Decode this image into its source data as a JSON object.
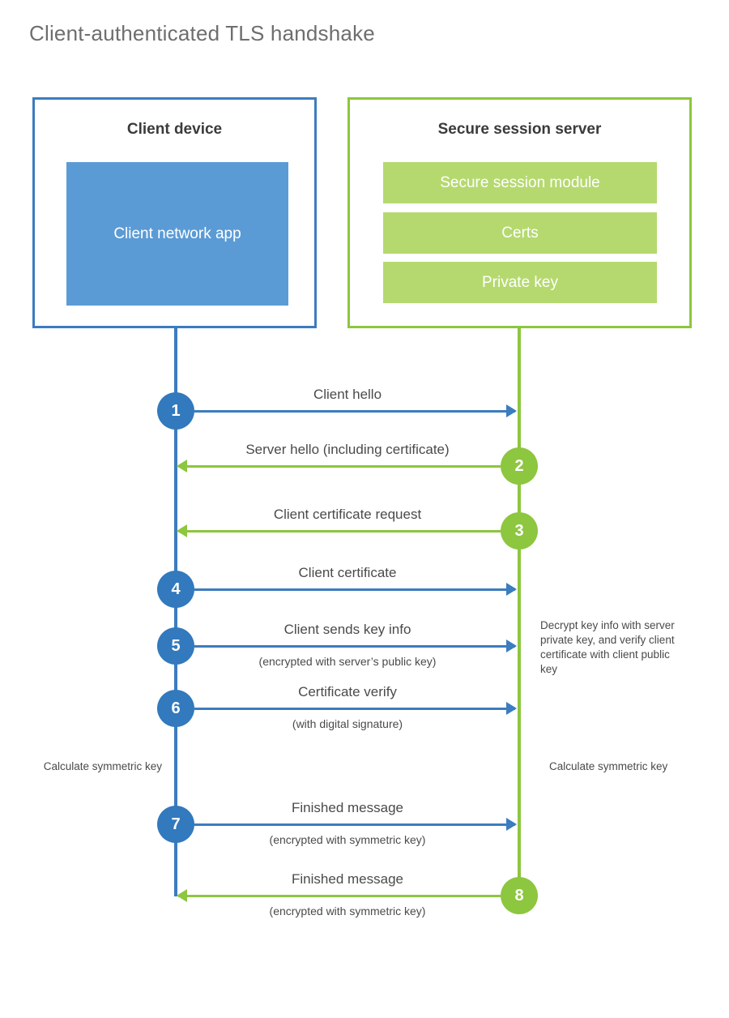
{
  "title": "Client-authenticated TLS handshake",
  "actors": {
    "client": {
      "title": "Client device",
      "app_label": "Client network app"
    },
    "server": {
      "title": "Secure session server",
      "components": [
        "Secure session module",
        "Certs",
        "Private key"
      ]
    }
  },
  "steps": [
    {
      "number": "1",
      "label": "Client hello",
      "sublabel": "",
      "direction": "right",
      "color": "blue"
    },
    {
      "number": "2",
      "label": "Server hello (including certificate)",
      "sublabel": "",
      "direction": "left",
      "color": "green"
    },
    {
      "number": "3",
      "label": "Client certificate request",
      "sublabel": "",
      "direction": "left",
      "color": "green"
    },
    {
      "number": "4",
      "label": "Client certificate",
      "sublabel": "",
      "direction": "right",
      "color": "blue"
    },
    {
      "number": "5",
      "label": "Client sends key info",
      "sublabel": "(encrypted with server’s public key)",
      "direction": "right",
      "color": "blue"
    },
    {
      "number": "6",
      "label": "Certificate verify",
      "sublabel": "(with digital signature)",
      "direction": "right",
      "color": "blue"
    },
    {
      "number": "7",
      "label": "Finished message",
      "sublabel": "(encrypted with symmetric key)",
      "direction": "right",
      "color": "blue"
    },
    {
      "number": "8",
      "label": "Finished message",
      "sublabel": "(encrypted with symmetric key)",
      "direction": "left",
      "color": "green"
    }
  ],
  "notes": {
    "server_decrypt": "Decrypt key info with server private key, and verify client certificate with client public key",
    "client_calculate": "Calculate symmetric key",
    "server_calculate": "Calculate symmetric key"
  },
  "colors": {
    "client_accent": "#3c7cbf",
    "client_fill": "#5b9bd5",
    "server_accent": "#8dc63f",
    "server_fill": "#b5d96f",
    "circle_blue": "#3279bd",
    "circle_green": "#8dc63f",
    "title_text": "#6e6e6e",
    "body_text": "#4a4a4a"
  }
}
